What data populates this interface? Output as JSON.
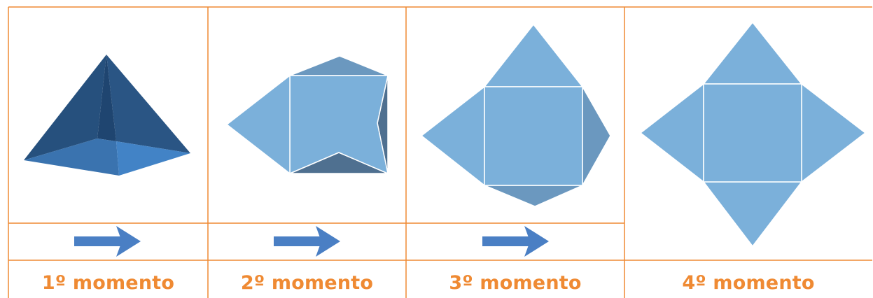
{
  "colors": {
    "border": "#ef8a33",
    "caption": "#ef8a33",
    "face_light": "#7bb0da",
    "face_mid": "#6b98bf",
    "face_dark": "#4f7090",
    "pyramid_dark": "#2a5584",
    "pyramid_base": "#3f78b4",
    "arrow": "#4a7fc4",
    "edge": "#ffffff"
  },
  "steps": [
    {
      "label": "1º momento",
      "figure": "solid-pyramid"
    },
    {
      "label": "2º momento",
      "figure": "partially-unfolded-pyramid"
    },
    {
      "label": "3º momento",
      "figure": "mostly-unfolded-pyramid"
    },
    {
      "label": "4º momento",
      "figure": "pyramid-net"
    }
  ],
  "arrows": [
    "right-arrow-icon",
    "right-arrow-icon",
    "right-arrow-icon"
  ]
}
